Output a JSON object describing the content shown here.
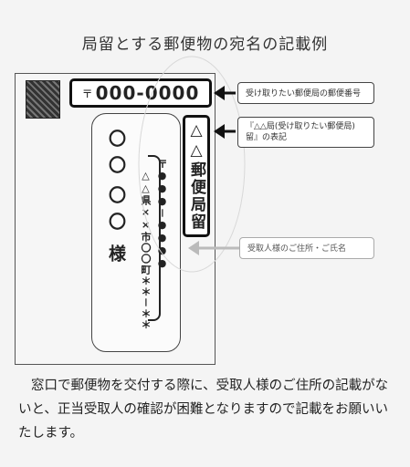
{
  "title": "局留とする郵便物の宛名の記載例",
  "envelope": {
    "zip_mark": "〒",
    "zip_code": "000-0000",
    "addressee_name_line1": "〇〇",
    "addressee_name_line2": "〇〇",
    "addressee_honorific": "様",
    "address_zip": "〒●●●－●●●●",
    "address_line": "△△県××市〇〇町＊＊－＊＊",
    "post_office_restante": "△△郵便局留"
  },
  "callouts": {
    "zip_note": "受け取りたい郵便局の郵便番号",
    "restante_note_line1": "『△△局(受け取りたい郵便局)",
    "restante_note_line2": "留』の表記",
    "recipient_note": "受取人様のご住所・ご氏名"
  },
  "note": "窓口で郵便物を交付する際に、受取人様のご住所の記載がないと、正当受取人の確認が困難となりますので記載をお願いいたします。",
  "colors": {
    "arrow": "#111111",
    "outline": "#444444",
    "light_arrow": "#bbbbbb"
  }
}
